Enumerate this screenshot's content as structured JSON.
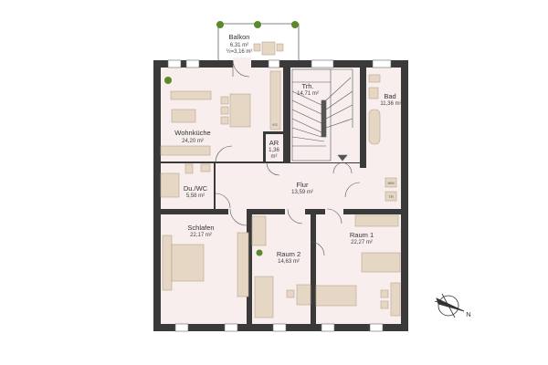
{
  "rooms": {
    "balkon": {
      "name": "Balkon",
      "area": "6,31 m²",
      "half": "½=3,16 m²"
    },
    "wohnkueche": {
      "name": "Wohnküche",
      "area": "24,20 m²"
    },
    "ar": {
      "name": "AR",
      "area": "1,36",
      "unit": "m²"
    },
    "trh": {
      "name": "Trh.",
      "area": "14,71 m²"
    },
    "bad": {
      "name": "Bad",
      "area": "11,36 m²"
    },
    "duwc": {
      "name": "Du./WC",
      "area": "5,58 m²"
    },
    "flur": {
      "name": "Flur",
      "area": "13,59 m²"
    },
    "schlafen": {
      "name": "Schlafen",
      "area": "22,17 m²"
    },
    "raum2": {
      "name": "Raum 2",
      "area": "14,63 m²"
    },
    "raum1": {
      "name": "Raum 1",
      "area": "22,27 m²"
    }
  },
  "appliances": {
    "fridge": "KS",
    "washer": "WM",
    "dryer": "TR"
  },
  "compass": {
    "north": "N",
    "icon": "compass-icon"
  },
  "colors": {
    "wall": "#3a3a3a",
    "floor": "#f8eeee",
    "furniture": "#e6d6c4",
    "plant": "#5a8a2a"
  }
}
